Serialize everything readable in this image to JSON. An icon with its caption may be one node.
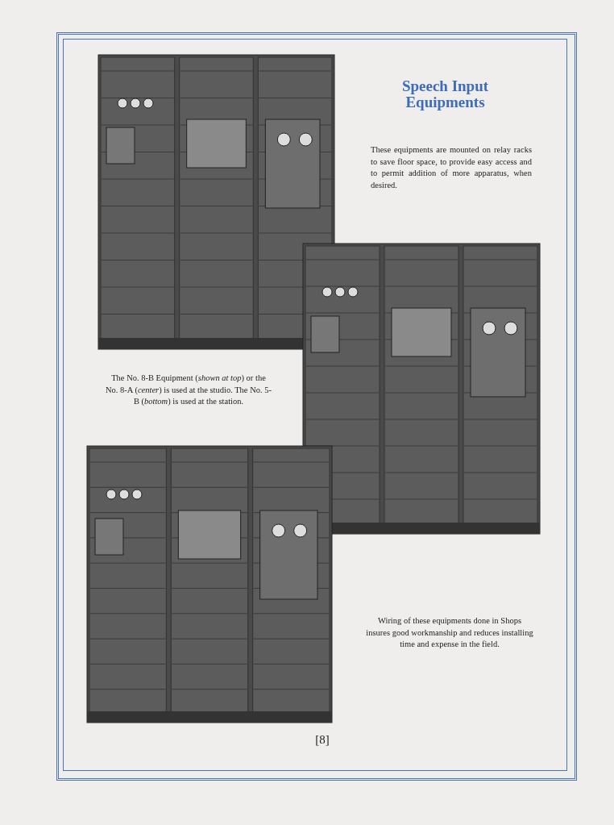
{
  "diagram": {
    "title": "Speech Input Equipments",
    "labels": [
      "These equipments are mounted on relay racks to save floor space, to provide easy access and to permit addition of more apparatus, when desired.",
      "The No. 8-B Equipment (*shown at top*) or the No. 8-A (*center*) is used at the studio. The No. 5-B (*bottom*) is used at the station.",
      "Wiring of these equipments done in Shops insures good workmanship and reduces installing time and expense in the field.",
      "[8]"
    ]
  }
}
